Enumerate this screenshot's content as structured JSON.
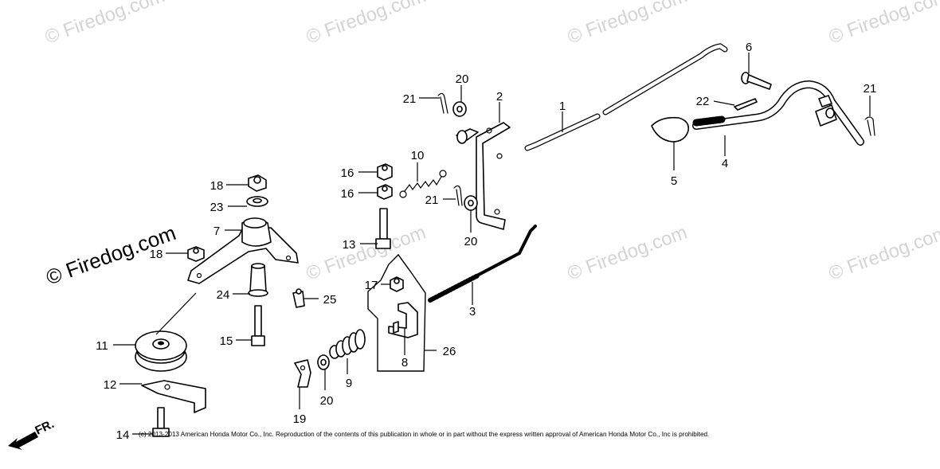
{
  "watermark_text": "© Firedog.com",
  "logo_watermark_text": "© Firedog.com",
  "copyright": "(c) 2013-2013 American Honda Motor Co., Inc. Reproduction of the contents of this publication in whole or in part without the express written approval of American Honda Motor Co., Inc is prohibited.",
  "direction_label": "FR.",
  "callouts": [
    "1",
    "2",
    "3",
    "4",
    "5",
    "6",
    "7",
    "8",
    "9",
    "10",
    "11",
    "12",
    "13",
    "14",
    "15",
    "16",
    "16",
    "17",
    "18",
    "18",
    "19",
    "20",
    "20",
    "20",
    "21",
    "21",
    "21",
    "22",
    "23",
    "24",
    "25",
    "26"
  ]
}
